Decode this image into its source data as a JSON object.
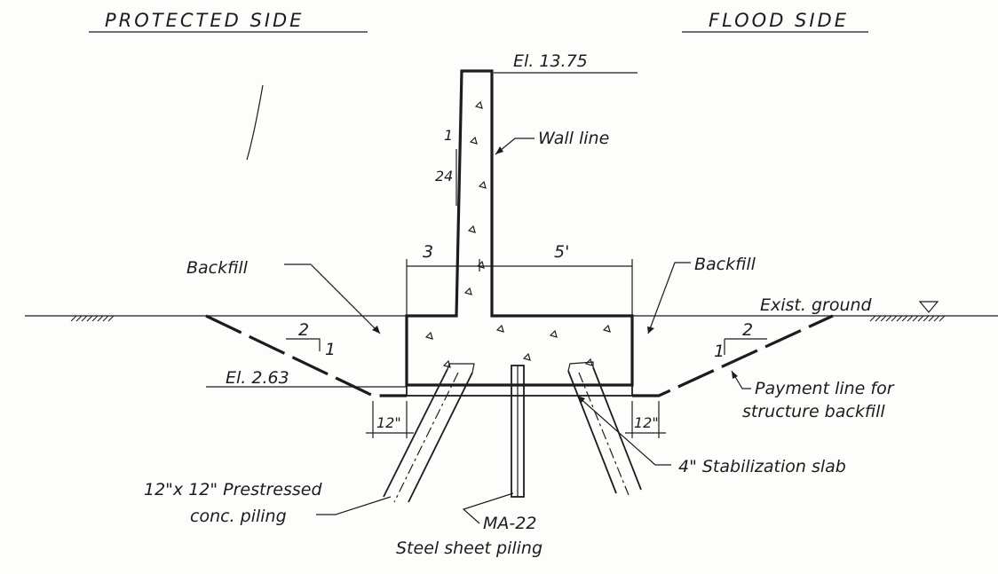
{
  "headings": {
    "protected_side": "PROTECTED SIDE",
    "flood_side": "FLOOD SIDE"
  },
  "elevations": {
    "top": "El. 13.75",
    "base": "El. 2.63"
  },
  "labels": {
    "wall_line": "Wall line",
    "backfill_left": "Backfill",
    "backfill_right": "Backfill",
    "exist_ground": "Exist. ground",
    "payment_line_1": "Payment line for",
    "payment_line_2": "structure backfill",
    "stabilization_slab": "4\" Stabilization slab",
    "piling_1": "12\"x 12\" Prestressed",
    "piling_2": "conc. piling",
    "sheet_pile_id": "MA-22",
    "sheet_pile": "Steel sheet piling"
  },
  "dimensions": {
    "heel": "3",
    "toe": "5'",
    "left_clearance": "12\"",
    "right_clearance": "12\"",
    "batter_rise": "1",
    "batter_run": "24",
    "slope_left_run": "2",
    "slope_left_rise": "1",
    "slope_right_run": "2",
    "slope_right_rise": "1"
  }
}
